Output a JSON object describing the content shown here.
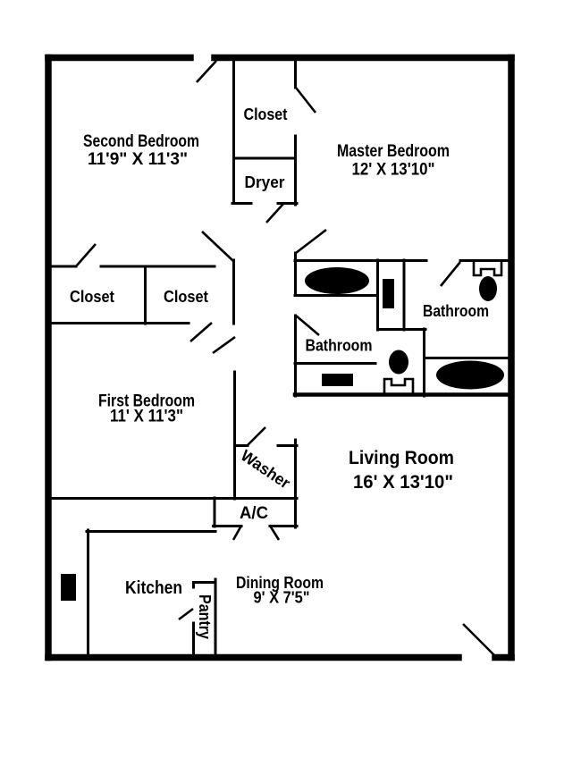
{
  "page": {
    "background": "#ffffff"
  },
  "floorplan": {
    "wall_color": "#000000",
    "fixture_color": "#000000",
    "labels": {
      "second_bedroom": {
        "name": "Second Bedroom",
        "dims": "11'9\" X 11'3\""
      },
      "closet_top": {
        "name": "Closet"
      },
      "dryer": {
        "name": "Dryer"
      },
      "master_bedroom": {
        "name": "Master Bedroom",
        "dims": "12' X 13'10\""
      },
      "closet_left": {
        "name": "Closet"
      },
      "closet_right": {
        "name": "Closet"
      },
      "bathroom_master": {
        "name": "Bathroom"
      },
      "bathroom_hall": {
        "name": "Bathroom"
      },
      "first_bedroom": {
        "name": "First Bedroom",
        "dims": "11' X 11'3\""
      },
      "washer": {
        "name": "Washer"
      },
      "ac": {
        "name": "A/C"
      },
      "living_room": {
        "name": "Living Room",
        "dims": "16' X 13'10\""
      },
      "kitchen": {
        "name": "Kitchen"
      },
      "pantry": {
        "name": "Pantry"
      },
      "dining_room": {
        "name": "Dining Room",
        "dims": "9' X 7'5\""
      }
    }
  }
}
